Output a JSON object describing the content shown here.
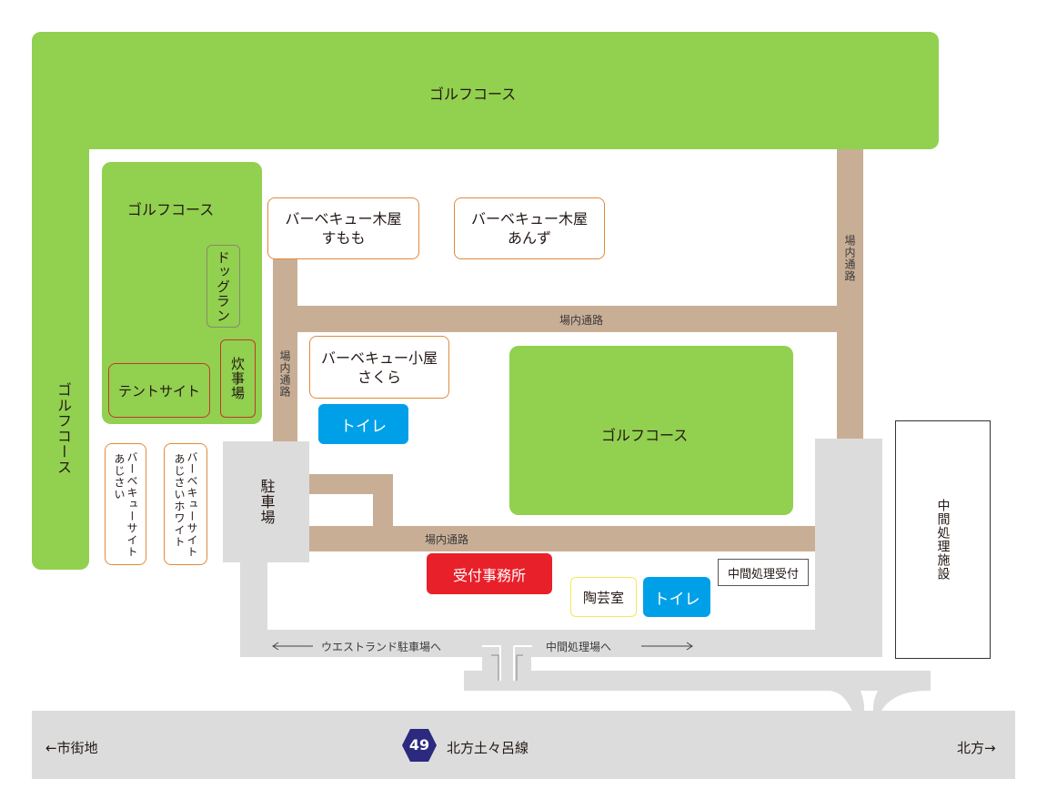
{
  "golf_top": "ゴルフコース",
  "golf_left": "ゴルフコース",
  "golf_inner": "ゴルフコース",
  "golf_center": "ゴルフコース",
  "dog_run": "ドッグラン",
  "cooking": "炊事場",
  "tent_site": "テントサイト",
  "bbq_sumomo": {
    "line1": "バーベキュー木屋",
    "line2": "すもも"
  },
  "bbq_anzu": {
    "line1": "バーベキュー木屋",
    "line2": "あんず"
  },
  "bbq_sakura": {
    "line1": "バーベキュー小屋",
    "line2": "さくら"
  },
  "bbq_site_ajisai": {
    "line1": "バーベキューサイト",
    "line2": "あじさい"
  },
  "bbq_site_white": {
    "line1": "バーベキューサイト",
    "line2": "あじさいホワイト"
  },
  "road_label": "場内通路",
  "toilet": "トイレ",
  "parking": "駐車場",
  "reception": "受付事務所",
  "pottery": "陶芸室",
  "mid_reception": "中間処理受付",
  "mid_facility": "中間処理施設",
  "to_west_parking": "ウエストランド駐車場へ",
  "to_mid_facility": "中間処理場へ",
  "to_city": "←市街地",
  "to_kitakata": "北方→",
  "route_number": "49",
  "route_name": "北方土々呂線",
  "colors": {
    "golf": "#92d050",
    "road": "#c9ae96",
    "reception": "#e8202a",
    "toilet": "#00a0e9",
    "route_badge": "#2b2a7e"
  }
}
